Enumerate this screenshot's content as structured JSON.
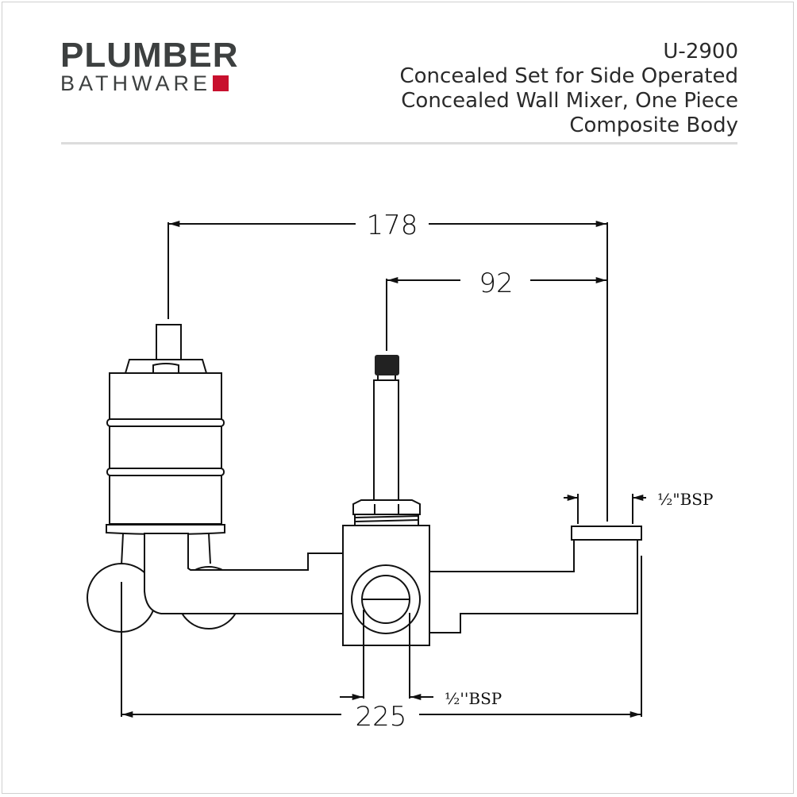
{
  "logo": {
    "main": "PLUMBER",
    "sub": "BATHWARE",
    "accent_color": "#c8102e"
  },
  "header": {
    "code": "U-2900",
    "title_lines": [
      "Concealed Set for Side Operated",
      "Concealed Wall Mixer, One Piece",
      "Composite Body"
    ]
  },
  "drawing": {
    "dimensions": {
      "overall_top": "178",
      "spindle_offset": "92",
      "overall_bottom": "225"
    },
    "thread_labels": {
      "outlet": "½\"BSP",
      "inlet": "½''BSP"
    }
  }
}
